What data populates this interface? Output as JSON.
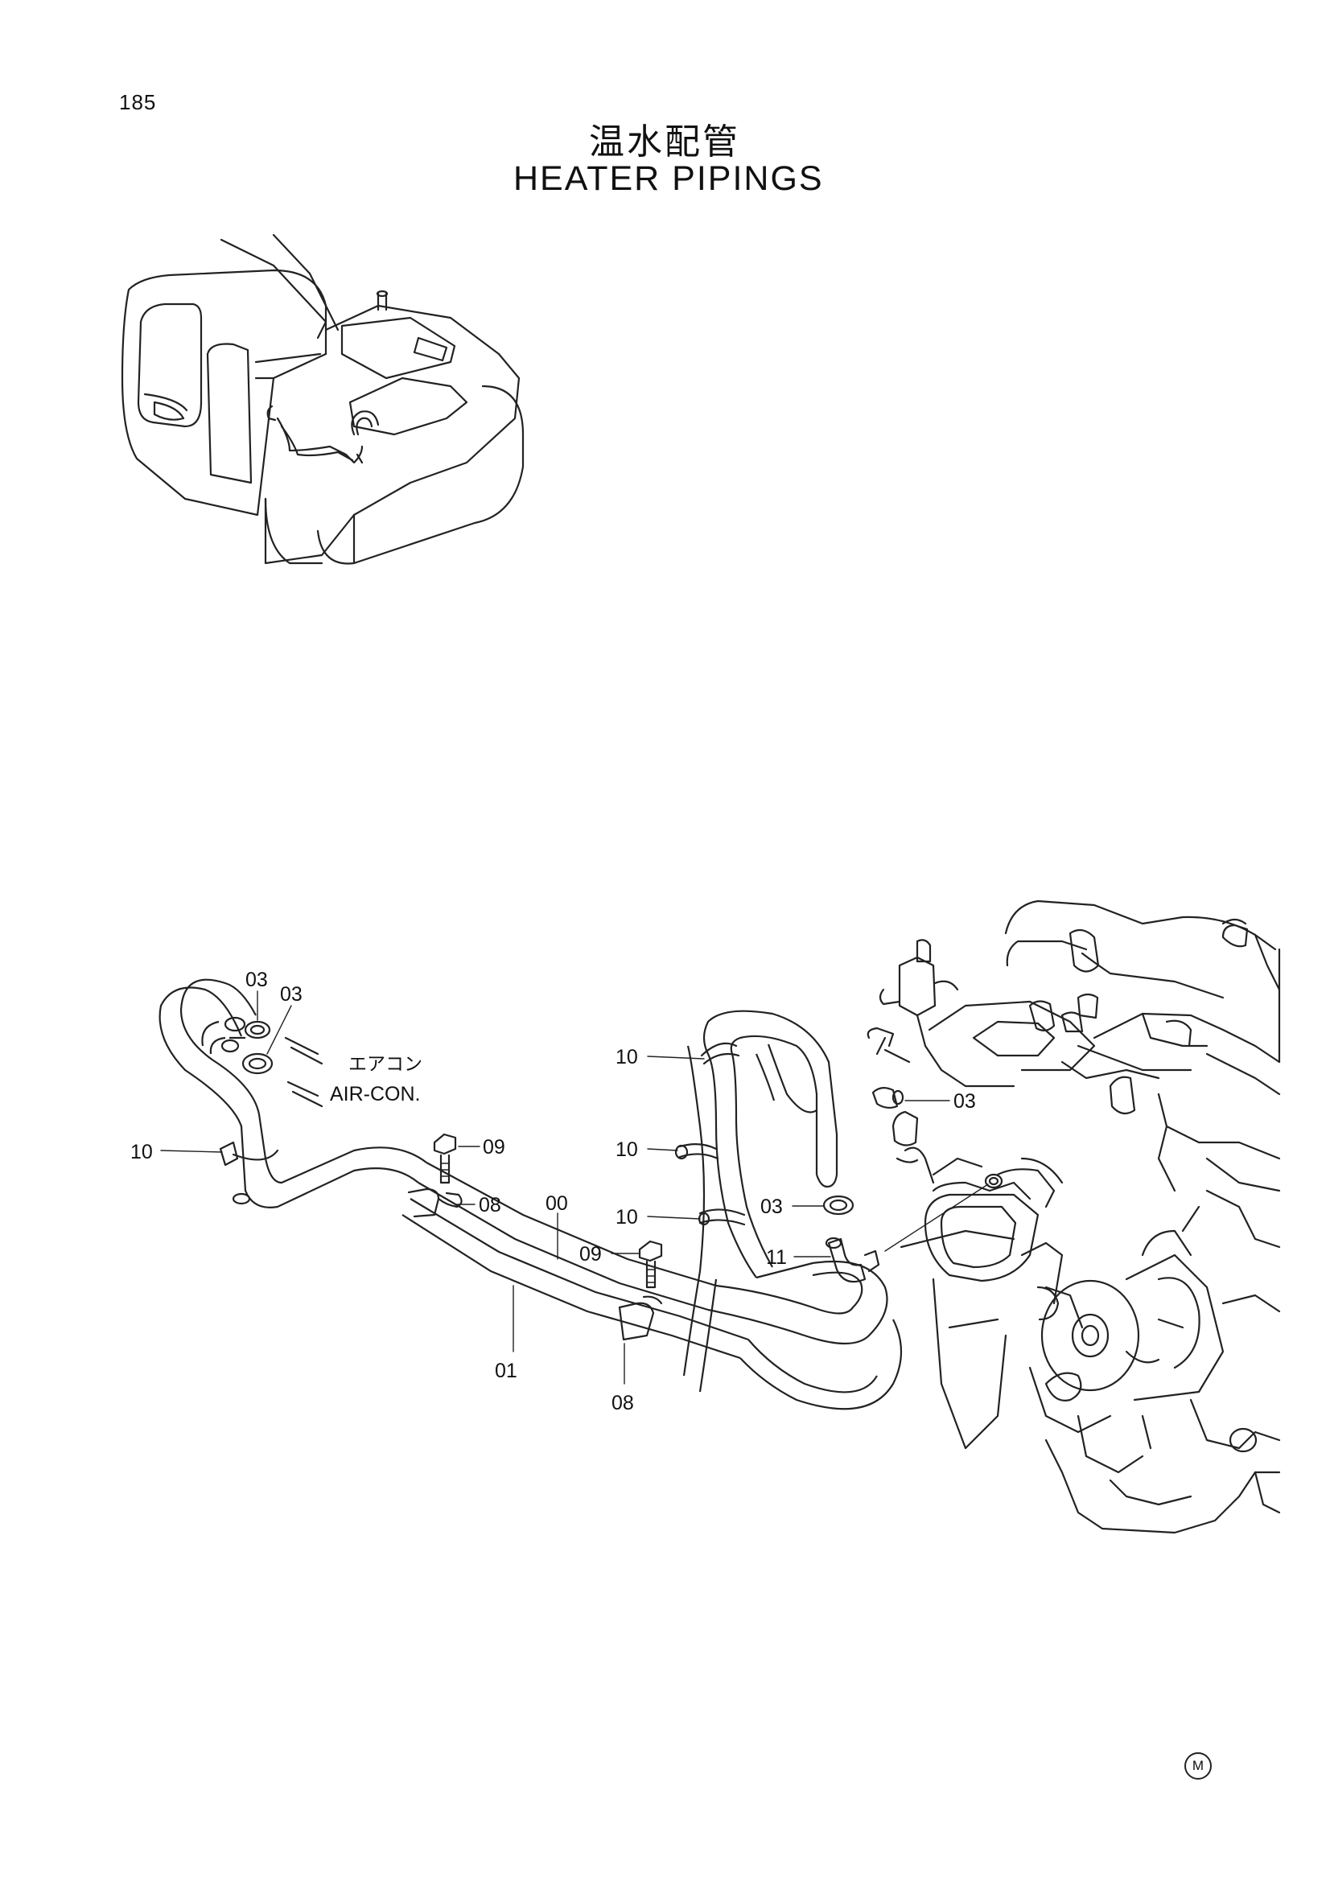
{
  "page": {
    "number": "185",
    "title_jp": "温水配管",
    "title_en": "HEATER PIPINGS",
    "mark": "M"
  },
  "annotation": {
    "jp": "エアコン",
    "en": "AIR-CON."
  },
  "callouts": [
    {
      "id": "c1",
      "label": "03"
    },
    {
      "id": "c2",
      "label": "03"
    },
    {
      "id": "c3",
      "label": "10"
    },
    {
      "id": "c4",
      "label": "09"
    },
    {
      "id": "c5",
      "label": "08"
    },
    {
      "id": "c6",
      "label": "00"
    },
    {
      "id": "c7",
      "label": "09"
    },
    {
      "id": "c8",
      "label": "01"
    },
    {
      "id": "c9",
      "label": "08"
    },
    {
      "id": "c10",
      "label": "10"
    },
    {
      "id": "c11",
      "label": "10"
    },
    {
      "id": "c12",
      "label": "10"
    },
    {
      "id": "c13",
      "label": "03"
    },
    {
      "id": "c14",
      "label": "03"
    },
    {
      "id": "c15",
      "label": "11"
    }
  ]
}
